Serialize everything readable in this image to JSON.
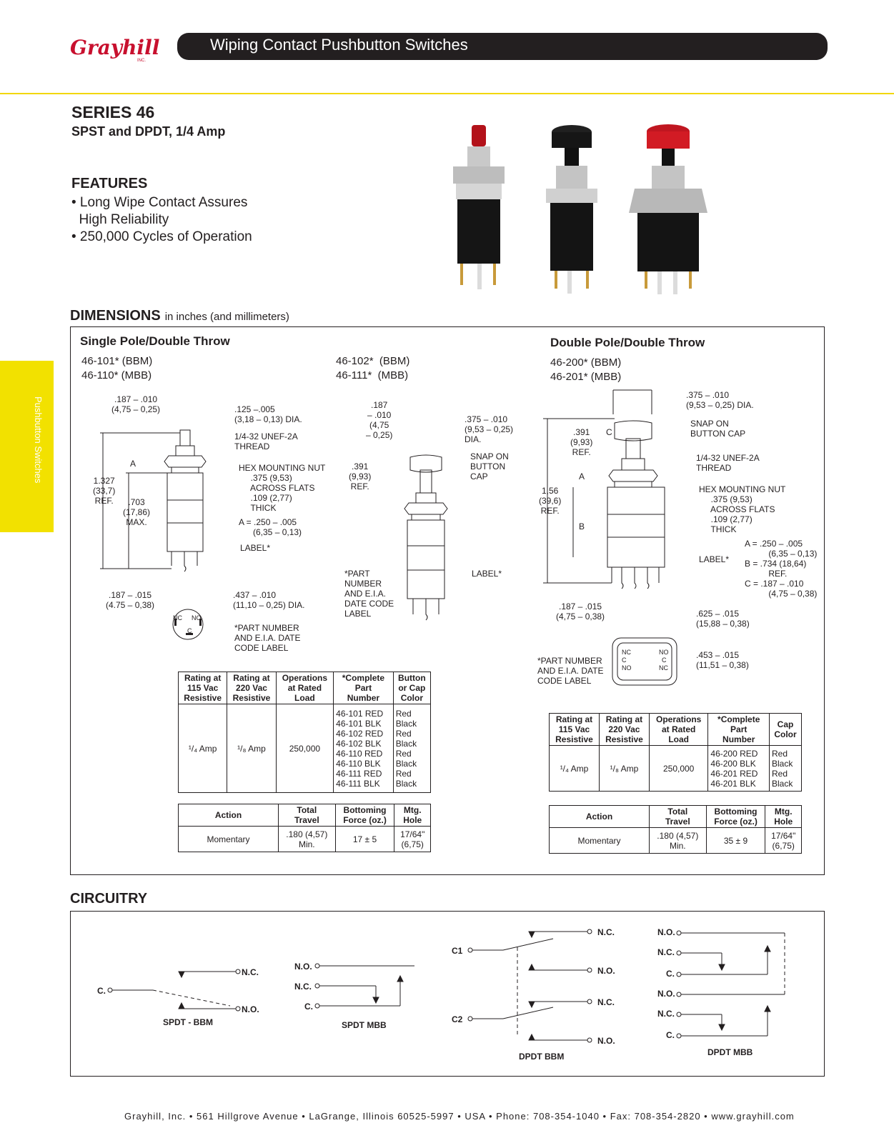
{
  "header": {
    "brand": "Grayhill",
    "brand_sub": "INC.",
    "title": "Wiping Contact Pushbutton Switches",
    "side_tab": "Pushbutton Switches"
  },
  "series": {
    "title": "SERIES 46",
    "subtitle": "SPST and DPDT, 1/4 Amp"
  },
  "features": {
    "heading": "FEATURES",
    "items": [
      "• Long Wipe Contact Assures\n  High Reliability",
      "• 250,000 Cycles of Operation"
    ]
  },
  "dimensions": {
    "heading": "DIMENSIONS",
    "unit_note": "in inches (and millimeters)",
    "spdt": {
      "title": "Single Pole/Double Throw",
      "parts_a": [
        "46-101* (BBM)",
        "46-110* (MBB)"
      ],
      "parts_b": [
        "46-102*  (BBM)",
        "46-111*  (MBB)"
      ],
      "callouts": {
        "d1": ".187 – .010\n(4,75 – 0,25)",
        "d2": ".125 –.005\n(3,18 – 0,13) DIA.",
        "thread": "1/4-32 UNEF-2A\nTHREAD",
        "a": "A",
        "height": "1.327\n(33,7)\nREF.",
        "max": ".703\n(17,86)\nMAX.",
        "nut": "HEX MOUNTING NUT\n     .375 (9,53)\n     ACROSS FLATS\n     .109 (2,77)\n     THICK",
        "a_val": "A = .250 – .005\n      (6,35 – 0,13)",
        "label": "LABEL*",
        "d3": ".187 – .015\n(4.75 – 0,38)",
        "d4": ".437 – .010\n(11,10 – 0,25) DIA.",
        "pin_nc": "NC",
        "pin_no": "NO",
        "pin_c": "C",
        "part_label": "*PART NUMBER\nAND E.I.A. DATE\nCODE LABEL",
        "b_d1": ".187\n– .010\n(4,75\n– 0,25)",
        "b_d2": ".375 – .010\n(9,53 – 0,25)\nDIA.",
        "b_cap": "SNAP ON\nBUTTON\nCAP",
        "b_ref": ".391\n(9,93)\nREF.",
        "b_label": "LABEL*",
        "b_part": "*PART\nNUMBER\nAND E.I.A.\nDATE CODE\nLABEL"
      },
      "table1": {
        "headers": [
          "Rating at\n115 Vac\nResistive",
          "Rating at\n220 Vac\nResistive",
          "Operations\nat Rated\nLoad",
          "*Complete\nPart\nNumber",
          "Button\nor Cap\nColor"
        ],
        "rating115": "¹/₄ Amp",
        "rating220": "¹/₈ Amp",
        "operations": "250,000",
        "parts": [
          "46-101 RED",
          "46-101 BLK",
          "46-102 RED",
          "46-102 BLK",
          "46-110 RED",
          "46-110 BLK",
          "46-111 RED",
          "46-111 BLK"
        ],
        "colors": [
          "Red",
          "Black",
          "Red",
          "Black",
          "Red",
          "Black",
          "Red",
          "Black"
        ]
      },
      "table2": {
        "headers": [
          "Action",
          "Total\nTravel",
          "Bottoming\nForce (oz.)",
          "Mtg.\nHole"
        ],
        "row": [
          "Momentary",
          ".180 (4,57)\nMin.",
          "17 ± 5",
          "17/64\"\n(6,75)"
        ]
      }
    },
    "dpdt": {
      "title": "Double Pole/Double Throw",
      "parts": [
        "46-200* (BBM)",
        "46-201* (MBB)"
      ],
      "callouts": {
        "dia": ".375 – .010\n(9,53 – 0,25) DIA.",
        "ref": ".391\n(9,93)\nREF.",
        "c": "C",
        "cap": "SNAP ON\nBUTTON CAP",
        "thread": "1/4-32 UNEF-2A\nTHREAD",
        "a": "A",
        "height": "1,56\n(39,6)\nREF.",
        "b": "B",
        "nut": "HEX MOUNTING NUT\n     .375 (9,53)\n     ACROSS FLATS\n     .109 (2,77)\n     THICK",
        "abc": "A = .250 – .005\n          (6,35 – 0,13)\nB = .734 (18,64)\n          REF.\nC = .187 – .010\n          (4,75 – 0,38)",
        "label": "LABEL*",
        "d1": ".187 – .015\n(4,75 – 0,38)",
        "d2": ".625 – .015\n(15,88 – 0,38)",
        "d3": ".453 – .015\n(11,51 – 0,38)",
        "part_label": "*PART NUMBER\nAND E.I.A. DATE\nCODE LABEL",
        "pins": [
          "NC",
          "C",
          "NO",
          "NO",
          "C",
          "NC"
        ]
      },
      "table1": {
        "headers": [
          "Rating at\n115 Vac\nResistive",
          "Rating at\n220 Vac\nResistive",
          "Operations\nat Rated\nLoad",
          "*Complete\nPart\nNumber",
          "Cap\nColor"
        ],
        "rating115": "¹/₄ Amp",
        "rating220": "¹/₈ Amp",
        "operations": "250,000",
        "parts": [
          "46-200 RED",
          "46-200 BLK",
          "46-201 RED",
          "46-201 BLK"
        ],
        "colors": [
          "Red",
          "Black",
          "Red",
          "Black"
        ]
      },
      "table2": {
        "headers": [
          "Action",
          "Total\nTravel",
          "Bottoming\nForce (oz.)",
          "Mtg.\nHole"
        ],
        "row": [
          "Momentary",
          ".180 (4,57)\nMin.",
          "35 ± 9",
          "17/64\"\n(6,75)"
        ]
      }
    }
  },
  "circuitry": {
    "heading": "CIRCUITRY",
    "spdt_bbm": {
      "c": "C.",
      "nc": "N.C.",
      "no": "N.O.",
      "caption": "SPDT - BBM"
    },
    "spdt_mbb": {
      "no": "N.O.",
      "nc": "N.C.",
      "c": "C.",
      "caption": "SPDT MBB"
    },
    "dpdt_bbm": {
      "c1": "C1",
      "c2": "C2",
      "nc1": "N.C.",
      "no1": "N.O.",
      "nc2": "N.C.",
      "no2": "N.O.",
      "caption": "DPDT BBM"
    },
    "dpdt_mbb": {
      "no1": "N.O.",
      "nc1": "N.C.",
      "c1": "C.",
      "no2": "N.O.",
      "nc2": "N.C.",
      "c2": "C.",
      "caption": "DPDT MBB"
    }
  },
  "footer": "Grayhill, Inc. • 561 Hillgrove Avenue • LaGrange, Illinois  60525-5997 • USA • Phone: 708-354-1040 • Fax: 708-354-2820 • www.grayhill.com",
  "colors": {
    "brand_red": "#c8102e",
    "accent_yellow": "#f2e100",
    "dark": "#231f20"
  }
}
